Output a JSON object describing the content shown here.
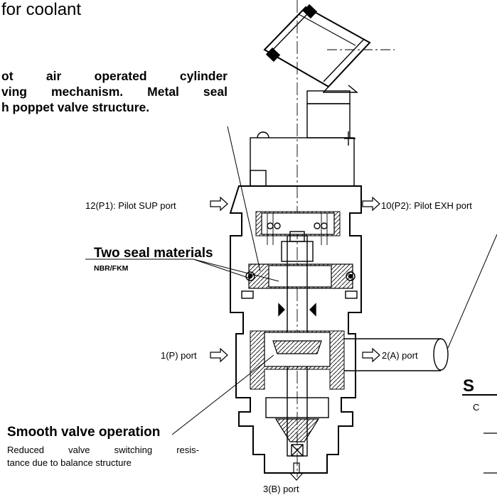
{
  "title": "for coolant",
  "pilot_callout": {
    "line1": "ot air operated cylinder",
    "line2": "ving mechanism. Metal seal",
    "line3": "h poppet valve structure."
  },
  "seal_callout": {
    "title": "Two seal materials",
    "sub": "NBR/FKM"
  },
  "smooth_callout": {
    "title": "Smooth valve operation",
    "desc_line1": "Reduced valve switching resis-",
    "desc_line2": "tance due to balance structure"
  },
  "ports": {
    "pilot_sup": "12(P1): Pilot SUP port",
    "pilot_exh": "10(P2): Pilot EXH port",
    "p": "1(P) port",
    "a": "2(A) port",
    "b": "3(B) port"
  },
  "right_edge": {
    "section_letter": "S",
    "column_letter": "C"
  },
  "icons": [
    "solenoid-coil-icon",
    "port-arrow-icon",
    "pipe-icon"
  ]
}
